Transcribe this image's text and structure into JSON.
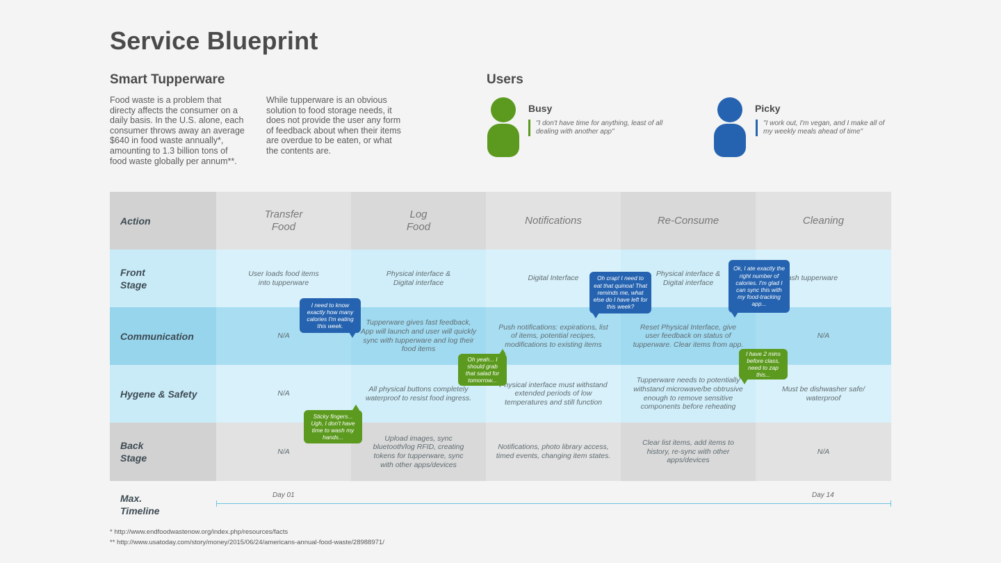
{
  "title": "Service Blueprint",
  "subtitle": "Smart Tupperware",
  "intro": {
    "p1": "Food waste is a problem that directy affects the consumer on a daily basis. In the U.S. alone, each consumer throws away an average $640 in food waste annually*, amounting to 1.3 billion tons of food waste globally per annum**.",
    "p2": "While tupperware is an obvious solution to food storage needs, it does not provide the user any form of feedback about when their items are overdue to be eaten, or what the contents are."
  },
  "users": {
    "title": "Users",
    "busy": {
      "name": "Busy",
      "quote": "\"I don't have time for anything, least of all dealing with another app\"",
      "color": "#5b9a1e"
    },
    "picky": {
      "name": "Picky",
      "quote": "\"I work out, I'm vegan, and I make all of my weekly meals ahead of time\"",
      "color": "#2563b0"
    }
  },
  "blueprint": {
    "row_labels": [
      "Action",
      "Front Stage",
      "Communication",
      "Hygene & Safety",
      "Back Stage"
    ],
    "columns": [
      "Transfer Food",
      "Log Food",
      "Notifications",
      "Re-Consume",
      "Cleaning"
    ],
    "front_stage": [
      "User loads food items into tupperware",
      "Physical interface & Digital interface",
      "Digital Interface",
      "Physical interface & Digital interface",
      "Wash tupperware"
    ],
    "communication": [
      "N/A",
      "Tupperware gives fast feedback, App will launch and user will quickly sync with tupperware and log their food items",
      "Push notifications: expirations, list of items, potential recipes, modifications to existing items",
      "Reset Physical Interface, give user feedback on status of tupperware. Clear items from app.",
      "N/A"
    ],
    "hygene": [
      "N/A",
      "All physical buttons completely waterproof to resist food ingress.",
      "Physical interface must withstand extended periods of low temperatures and still function",
      "Tupperware needs to potentially withstand microwave/be obtrusive enough to remove sensitive components before reheating",
      "Must be dishwasher safe/ waterproof"
    ],
    "back_stage": [
      "N/A",
      "Upload images, sync bluetooth/log RFID, creating tokens for tupperware, sync with other apps/devices",
      "Notifications, photo library access, timed events, changing item states.",
      "Clear list items, add items to history, re-sync with other apps/devices",
      "N/A"
    ]
  },
  "timeline": {
    "label": "Max. Timeline",
    "start": "Day 01",
    "end": "Day 14"
  },
  "bubbles": {
    "b1": "I need to know exactly how many calories I'm eating this week.",
    "b2": "Oh crap! I need to eat that quinoa! That reminds me, what else do I have left for this week?",
    "b3": "Ok, I ate exactly the right number of calories. I'm glad I can sync this with my food-tracking app...",
    "b4": "Oh yeah... I should grab that salad for tomorrow...",
    "b5": "I have 2 mins before class, need to zap this...",
    "b6": "Sticky fingers... Ugh, I don't have time to wash my hands..."
  },
  "footnotes": {
    "f1": "* http://www.endfoodwastenow.org/index.php/resources/facts",
    "f2": "** http://www.usatoday.com/story/money/2015/06/24/americans-annual-food-waste/28988971/"
  },
  "colors": {
    "green": "#5b9a1e",
    "blue": "#2563b0",
    "action_row": "#d9d9d9",
    "front_row": "#d9f1fb",
    "comm_row": "#a9def2",
    "hygene_row": "#d9f1fb",
    "back_row": "#d9d9d9"
  }
}
